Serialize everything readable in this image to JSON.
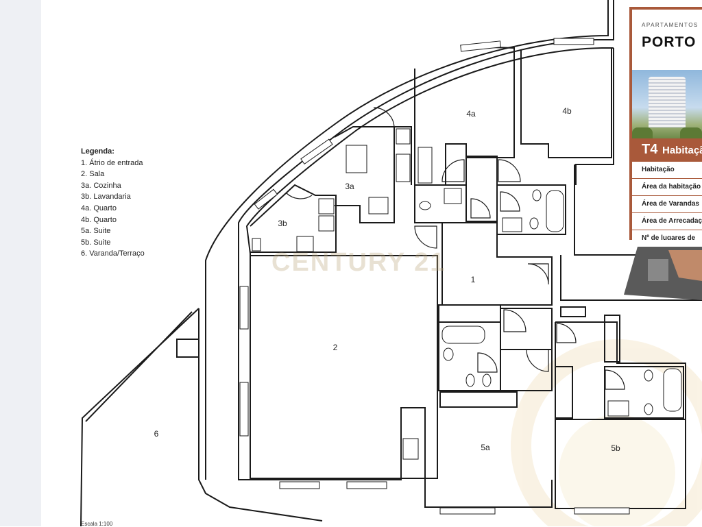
{
  "legend": {
    "title": "Legenda:",
    "items": [
      "1. Átrio de entrada",
      "2. Sala",
      "3a. Cozinha",
      "3b. Lavandaria",
      "4a. Quarto",
      "4b. Quarto",
      "5a. Suite",
      "5b. Suite",
      "6. Varanda/Terraço"
    ]
  },
  "scale": "Escala 1:100",
  "watermark": "CENTURY 21",
  "rooms": {
    "r1": "1",
    "r2": "2",
    "r3a": "3a",
    "r3b": "3b",
    "r4a": "4a",
    "r4b": "4b",
    "r5a": "5a",
    "r5b": "5b",
    "r6": "6"
  },
  "card": {
    "eyebrow": "APARTAMENTOS",
    "brand": "PORTO",
    "type_code": "T4",
    "type_label": "Habitação",
    "rows": [
      "Habitação",
      "Área da habitação",
      "Área de Varandas",
      "Área de Arrecadação",
      "Nº de lugares de"
    ]
  },
  "colors": {
    "accent": "#a9593a",
    "wall": "#1a1a1a",
    "background_strip": "#eef0f4"
  }
}
